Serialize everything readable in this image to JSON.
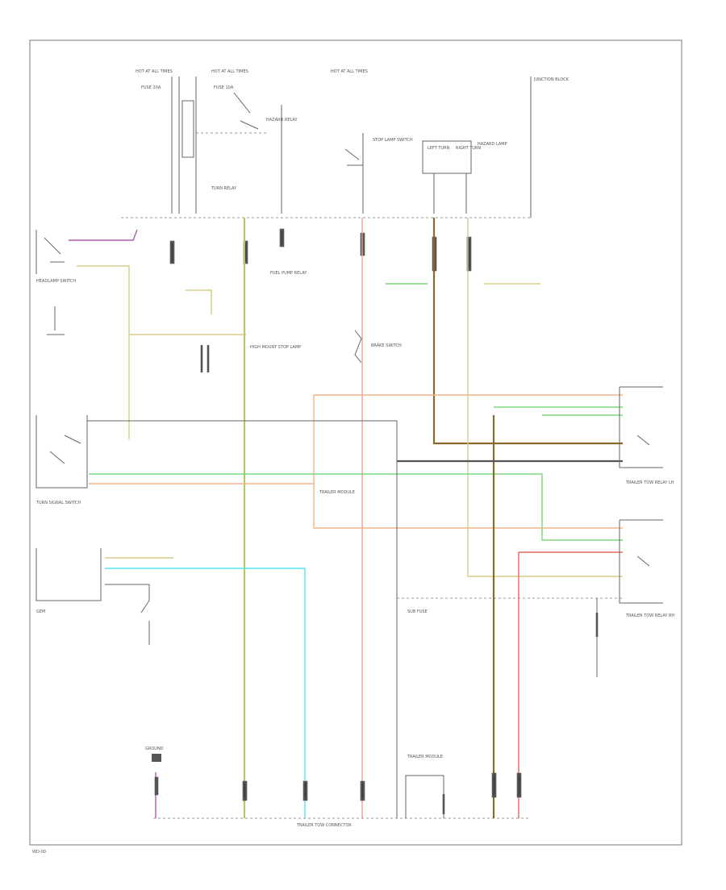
{
  "colors": {
    "frame": "#777777",
    "yellow": "#d8cc8a",
    "yellow_green": "#b9c56a",
    "pink": "#f0a0a0",
    "orange": "#f2b48a",
    "green": "#7ed67e",
    "cyan": "#57e3f0",
    "purple": "#b05ab0",
    "brown": "#8a6a2a",
    "dark_gray": "#555555",
    "red": "#e36a5a"
  },
  "labels": {
    "hot_1": "HOT AT ALL TIMES",
    "hot_2": "HOT AT ALL TIMES",
    "hot_3": "HOT AT ALL TIMES",
    "junction_block": "JUNCTION BLOCK",
    "fuse_20a": "FUSE 20A",
    "fuse_10a": "FUSE 10A",
    "turn_relay": "TURN RELAY",
    "hazard_relay": "HAZARD RELAY",
    "stop_lamp_sw": "STOP LAMP SWITCH",
    "brake_sw": "BRAKE SWITCH",
    "left_relay": "LEFT TURN",
    "right_relay": "RIGHT TURN",
    "hazard_lamp": "HAZARD LAMP",
    "headlamp_sw": "HEADLAMP SWITCH",
    "fuel_pump_relay": "FUEL PUMP RELAY",
    "high_mount": "HIGH MOUNT STOP LAMP",
    "turn_signal_sw": "TURN SIGNAL SWITCH",
    "trailer_module": "TRAILER MODULE",
    "trailer_relay_left": "TRAILER TOW RELAY LH",
    "trailer_relay_right": "TRAILER TOW RELAY RH",
    "sub_fuse": "SUB FUSE",
    "gem": "GEM",
    "ground": "GROUND",
    "trailer_connector": "TRAILER TOW CONNECTOR",
    "page_id": "WD-00"
  }
}
